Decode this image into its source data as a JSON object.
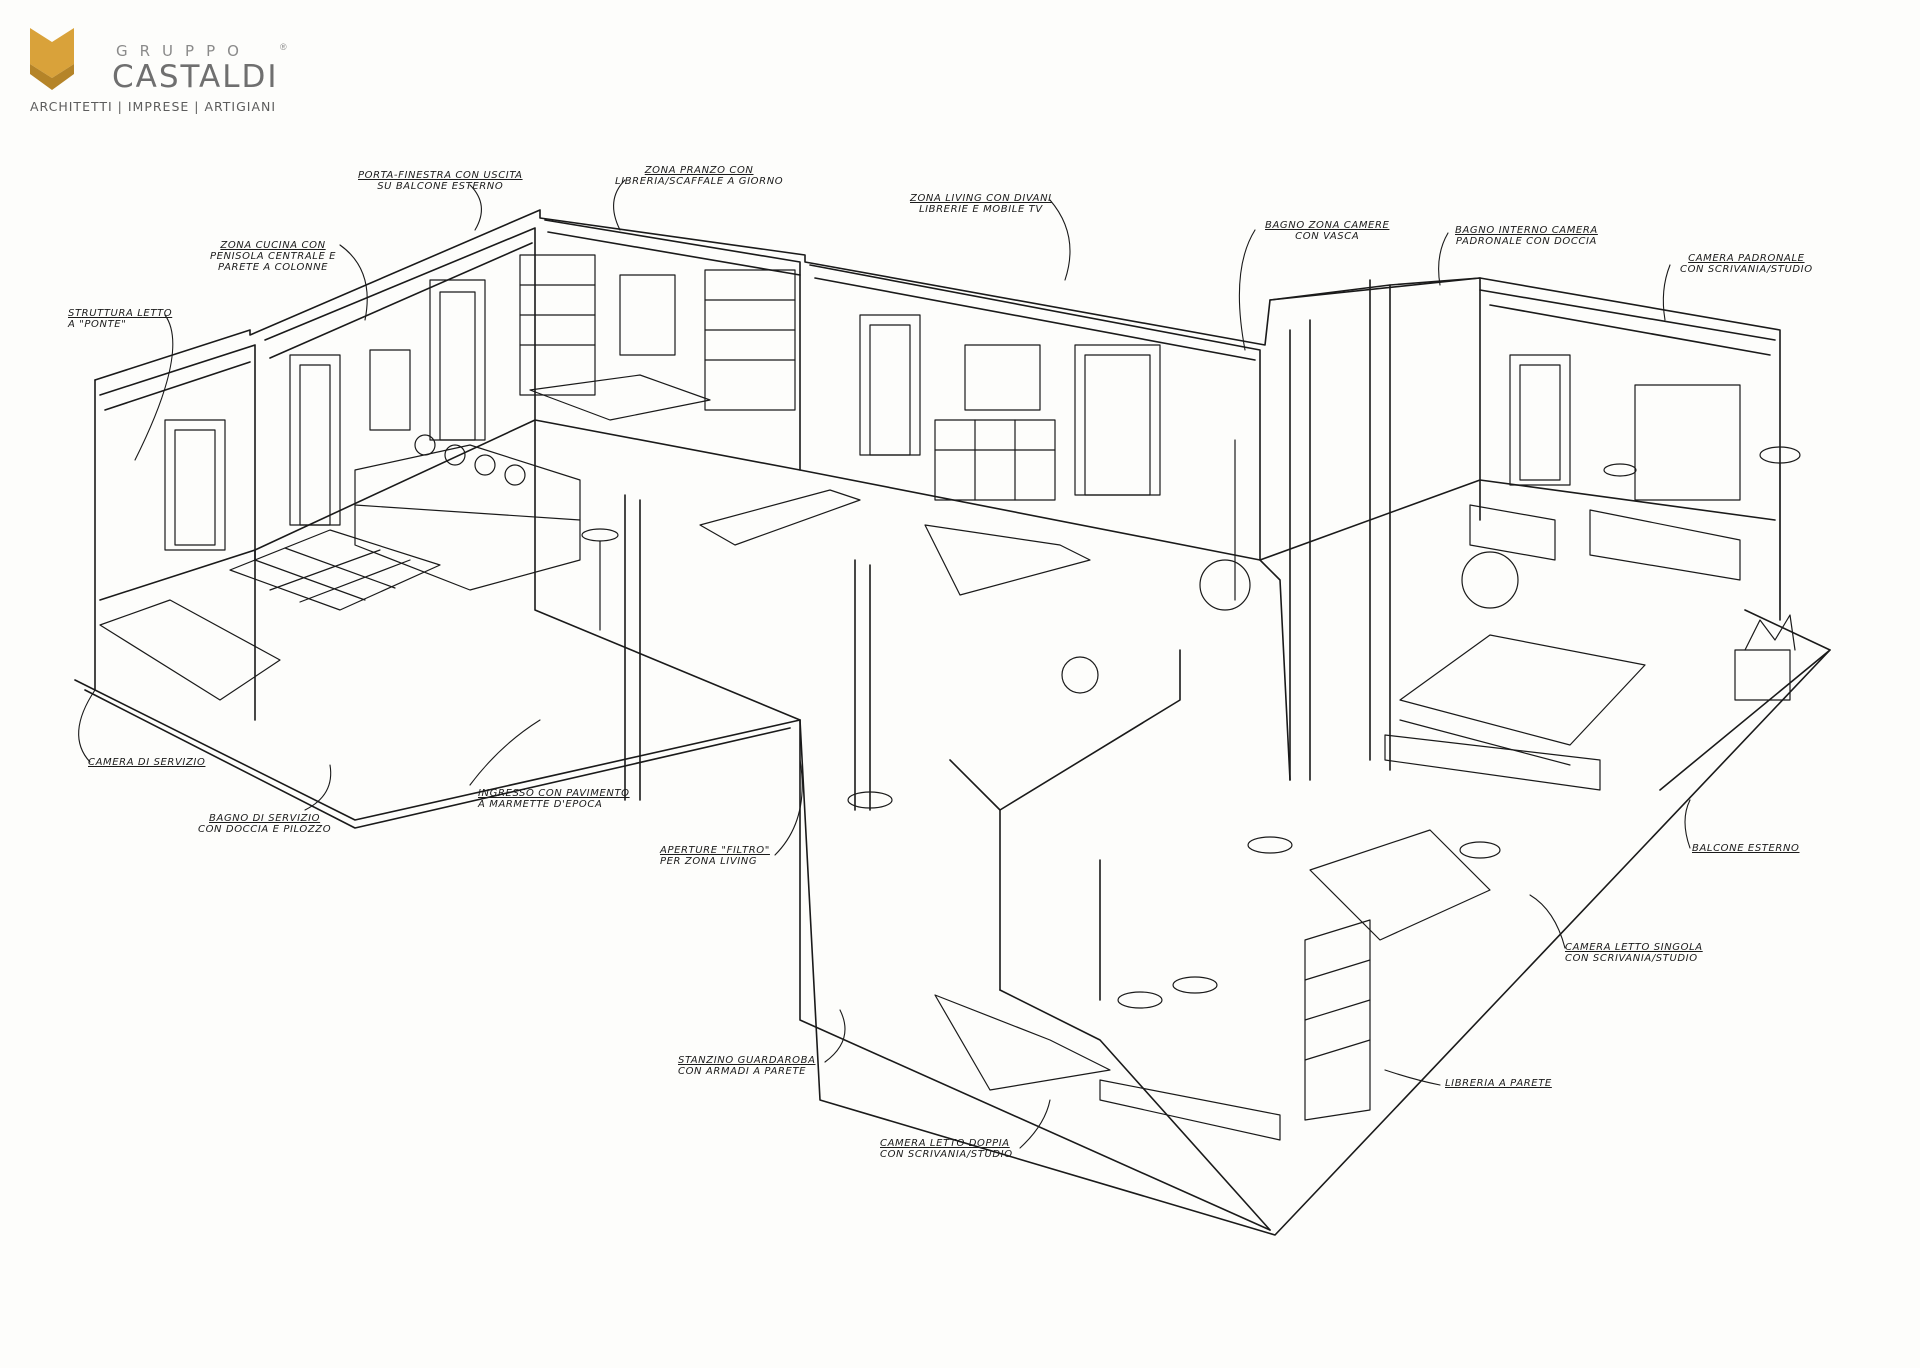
{
  "brand": {
    "logo_top": "GRUPPO",
    "logo_registered": "®",
    "logo_name": "CASTALDI",
    "tagline": "ARCHITETTI | IMPRESE | ARTIGIANI",
    "mark_colors": [
      "#d9a23a",
      "#b58428"
    ]
  },
  "annotations": [
    {
      "id": "porta-finestra",
      "lines": [
        "PORTA-FINESTRA CON USCITA",
        "SU BALCONE ESTERNO"
      ]
    },
    {
      "id": "zona-pranzo",
      "lines": [
        "ZONA PRANZO CON",
        "LIBRERIA/SCAFFALE A GIORNO"
      ]
    },
    {
      "id": "zona-living",
      "lines": [
        "ZONA LIVING CON DIVANI",
        "LIBRERIE E MOBILE TV"
      ]
    },
    {
      "id": "bagno-zona-camere",
      "lines": [
        "BAGNO ZONA CAMERE",
        "CON VASCA"
      ]
    },
    {
      "id": "bagno-interno",
      "lines": [
        "BAGNO INTERNO CAMERA",
        "PADRONALE CON DOCCIA"
      ]
    },
    {
      "id": "camera-padronale",
      "lines": [
        "CAMERA PADRONALE",
        "CON SCRIVANIA/STUDIO"
      ]
    },
    {
      "id": "zona-cucina",
      "lines": [
        "ZONA CUCINA CON",
        "PENISOLA CENTRALE E",
        "PARETE A COLONNE"
      ]
    },
    {
      "id": "struttura-letto",
      "lines": [
        "STRUTTURA LETTO",
        "A \"PONTE\""
      ]
    },
    {
      "id": "camera-servizio",
      "lines": [
        "CAMERA DI SERVIZIO"
      ]
    },
    {
      "id": "bagno-servizio",
      "lines": [
        "BAGNO DI SERVIZIO",
        "CON DOCCIA E PILOZZO"
      ]
    },
    {
      "id": "ingresso",
      "lines": [
        "INGRESSO CON PAVIMENTO",
        "A MARMETTE D'EPOCA"
      ]
    },
    {
      "id": "aperture-filtro",
      "lines": [
        "APERTURE \"FILTRO\"",
        "PER ZONA LIVING"
      ]
    },
    {
      "id": "balcone-esterno",
      "lines": [
        "BALCONE ESTERNO"
      ]
    },
    {
      "id": "camera-singola",
      "lines": [
        "CAMERA LETTO SINGOLA",
        "CON SCRIVANIA/STUDIO"
      ]
    },
    {
      "id": "stanzino-guardaroba",
      "lines": [
        "STANZINO GUARDAROBA",
        "CON ARMADI A PARETE"
      ]
    },
    {
      "id": "libreria-parete",
      "lines": [
        "LIBRERIA A PARETE"
      ]
    },
    {
      "id": "camera-doppia",
      "lines": [
        "CAMERA LETTO DOPPIA",
        "CON SCRIVANIA/STUDIO"
      ]
    }
  ]
}
